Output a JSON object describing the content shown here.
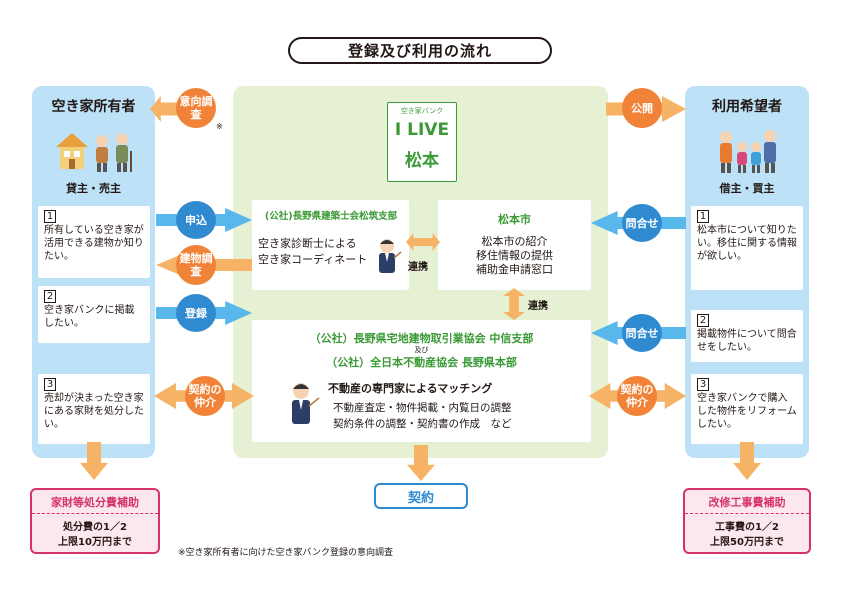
{
  "title": "登録及び利用の流れ",
  "left": {
    "heading": "空き家所有者",
    "sub": "貸主・売主",
    "steps": [
      {
        "num": "1",
        "text": "所有している空き家が活用できる建物か知りたい。"
      },
      {
        "num": "2",
        "text": "空き家バンクに掲載したい。"
      },
      {
        "num": "3",
        "text": "売却が決まった空き家にある家財を処分したい。"
      }
    ]
  },
  "right": {
    "heading": "利用希望者",
    "sub": "借主・買主",
    "steps": [
      {
        "num": "1",
        "text": "松本市について知りたい。移住に関する情報が欲しい。"
      },
      {
        "num": "2",
        "text": "掲載物件について問合せをしたい。"
      },
      {
        "num": "3",
        "text": "空き家バンクで購入した物件をリフォームしたい。"
      }
    ]
  },
  "labels": {
    "survey": "意向調査",
    "survey_mark": "※",
    "publish": "公開",
    "apply": "申込",
    "inspect": "建物調査",
    "register": "登録",
    "broker_left": "契約の仲介",
    "inquiry1": "問合せ",
    "inquiry2": "問合せ",
    "broker_right": "契約の仲介",
    "link1": "連携",
    "link2": "連携"
  },
  "logo": {
    "top": "空き家バンク",
    "main": "I LIVE",
    "city": "松本"
  },
  "architects": {
    "name": "(公社)長野県建築士会松筑支部",
    "line1": "空き家診断士による",
    "line2": "空き家コーディネート"
  },
  "city": {
    "name": "松本市",
    "line1": "松本市の紹介",
    "line2": "移住情報の提供",
    "line3": "補助金申請窓口"
  },
  "realestate": {
    "org1": "（公社）長野県宅地建物取引業協会 中信支部",
    "and": "及び",
    "org2": "（公社）全日本不動産協会 長野県本部",
    "heading": "不動産の専門家によるマッチング",
    "line1": "不動産査定・物件掲載・内覧日の調整",
    "line2": "契約条件の調整・契約書の作成　など"
  },
  "contract": "契約",
  "subsidy_left": {
    "title": "家財等処分費補助",
    "line1": "処分費の1／2",
    "line2": "上限10万円まで"
  },
  "subsidy_right": {
    "title": "改修工事費補助",
    "line1": "工事費の1／2",
    "line2": "上限50万円まで"
  },
  "footnote": "※空き家所有者に向けた空き家バンク登録の意向調査",
  "colors": {
    "side_bg": "#bde2f7",
    "center_bg": "#e6f0d2",
    "orange": "#f08337",
    "blue": "#2f8ad0",
    "green": "#3a9a35",
    "pink": "#d6336c"
  }
}
